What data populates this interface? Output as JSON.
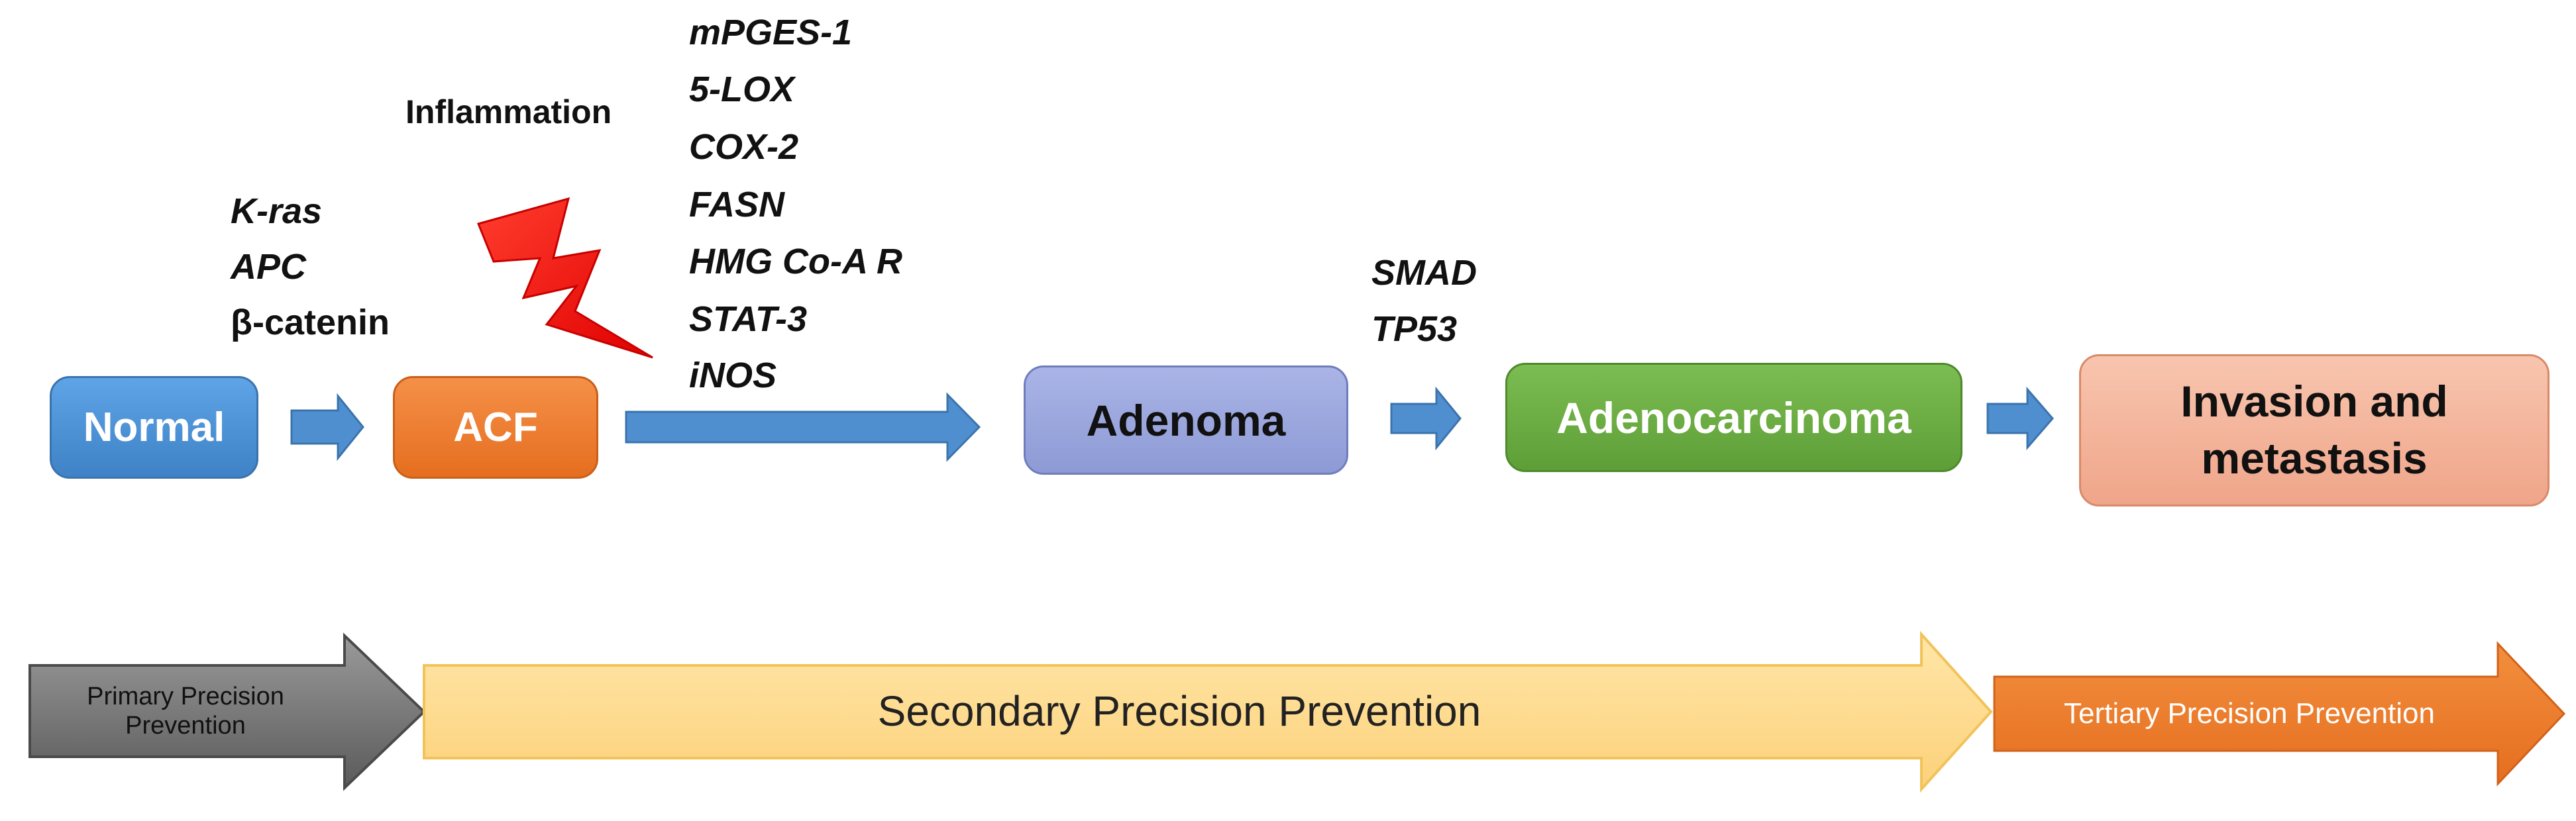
{
  "stages": {
    "normal": "Normal",
    "acf": "ACF",
    "adenoma": "Adenoma",
    "adenocarcinoma": "Adenocarcinoma",
    "invasion_line1": "Invasion and",
    "invasion_line2": "metastasis"
  },
  "inflammation_label": "Inflammation",
  "early_genes": [
    "K-ras",
    "APC",
    "β-catenin"
  ],
  "inflammation_genes": [
    "mPGES-1",
    "5-LOX",
    "COX-2",
    "FASN",
    "HMG Co-A R",
    "STAT-3",
    "iNOS"
  ],
  "late_genes": [
    "SMAD",
    "TP53"
  ],
  "prevention": {
    "primary_line1": "Primary Precision",
    "primary_line2": "Prevention",
    "secondary": "Secondary Precision Prevention",
    "tertiary": "Tertiary Precision Prevention"
  },
  "colors": {
    "normal": "#4a8fd4",
    "acf": "#ef7d2c",
    "adenoma": "#9aa6dc",
    "adenocarcinoma": "#6aab42",
    "invasion": "#f3b49c",
    "arrow_blue": "#4f8fcf",
    "lightning": "#ff1a1a",
    "primary_band": "#6e6e6e",
    "secondary_band": "#fdd88a",
    "tertiary_band": "#ee7f2f"
  }
}
